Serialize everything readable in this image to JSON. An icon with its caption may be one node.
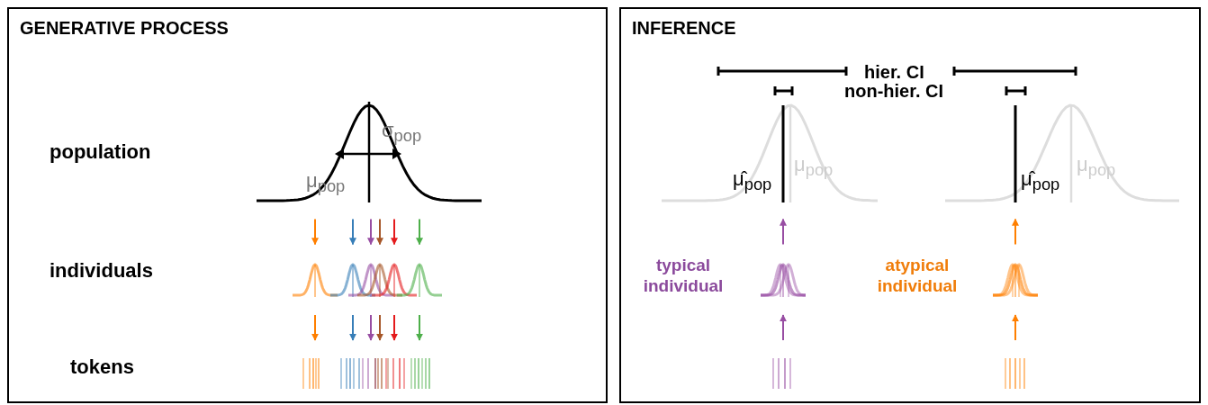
{
  "diagram": {
    "nodes": [
      {
        "text": [
          "GENERATIVE PROCESS"
        ]
      },
      {
        "text": [
          "INFERENCE"
        ]
      },
      {
        "text": [],
        "shape": "picture",
        "in": 0
      },
      {
        "text": [],
        "shape": "picture",
        "in": 0
      },
      {
        "text": [],
        "shape": "picture",
        "in": 0
      },
      {
        "text": [],
        "shape": "picture",
        "in": 0
      },
      {
        "text": [],
        "shape": "picture",
        "in": 0
      },
      {
        "text": [],
        "shape": "picture",
        "in": 0
      },
      {
        "text": [],
        "shape": "picture",
        "in": 0
      },
      {
        "text": [],
        "shape": "picture",
        "in": 0
      },
      {
        "text": [],
        "shape": "picture",
        "in": 0
      },
      {
        "text": [],
        "shape": "picture",
        "in": 0
      },
      {
        "text": [],
        "shape": "picture",
        "in": 0
      },
      {
        "text": [],
        "shape": "picture",
        "in": 0
      },
      {
        "text": [],
        "shape": "picture",
        "in": 0
      },
      {
        "text": [],
        "shape": "picture",
        "in": 1
      },
      {
        "text": [],
        "shape": "picture",
        "in": 1,
        "beside": [
          "typical individual"
        ]
      },
      {
        "text": [],
        "shape": "picture",
        "in": 1
      },
      {
        "text": [],
        "shape": "picture",
        "in": 1
      },
      {
        "text": [],
        "shape": "picture",
        "in": 1,
        "beside": [
          "atypical individual"
        ]
      },
      {
        "text": [],
        "shape": "picture",
        "in": 1
      }
    ],
    "edges": [
      {
        "from": 2,
        "to": 3,
        "arrow": "to",
        "color": "#ff7f00"
      },
      {
        "from": 2,
        "to": 4,
        "arrow": "to",
        "color": "#377eb8"
      },
      {
        "from": 2,
        "to": 5,
        "arrow": "to",
        "color": "#984ea3"
      },
      {
        "from": 2,
        "to": 6,
        "arrow": "to",
        "color": "#a65628"
      },
      {
        "from": 2,
        "to": 7,
        "arrow": "to",
        "color": "#e41a1c"
      },
      {
        "from": 2,
        "to": 8,
        "arrow": "to",
        "color": "#4daf4a"
      },
      {
        "from": 3,
        "to": 9,
        "arrow": "to",
        "color": "#ff7f00"
      },
      {
        "from": 4,
        "to": 10,
        "arrow": "to",
        "color": "#377eb8"
      },
      {
        "from": 5,
        "to": 11,
        "arrow": "to",
        "color": "#984ea3"
      },
      {
        "from": 6,
        "to": 12,
        "arrow": "to",
        "color": "#a65628"
      },
      {
        "from": 7,
        "to": 13,
        "arrow": "to",
        "color": "#e41a1c"
      },
      {
        "from": 8,
        "to": 14,
        "arrow": "to",
        "color": "#4daf4a"
      },
      {
        "from": 17,
        "to": 16,
        "arrow": "to",
        "color": "#984ea3"
      },
      {
        "from": 16,
        "to": 15,
        "arrow": "to",
        "color": "#984ea3"
      },
      {
        "from": 20,
        "to": 19,
        "arrow": "to",
        "color": "#ff7f00"
      },
      {
        "from": 19,
        "to": 18,
        "arrow": "to",
        "color": "#ff7f00"
      }
    ],
    "labels": [
      "population",
      "individuals",
      "tokens",
      "σ$_{pop}$",
      "μ$_{pop}$",
      "hier. CI",
      "non-hier. CI",
      "μ̂$_{pop}$",
      "μ$_{pop}$",
      "μ̂$_{pop}$",
      "μ$_{pop}$"
    ]
  }
}
